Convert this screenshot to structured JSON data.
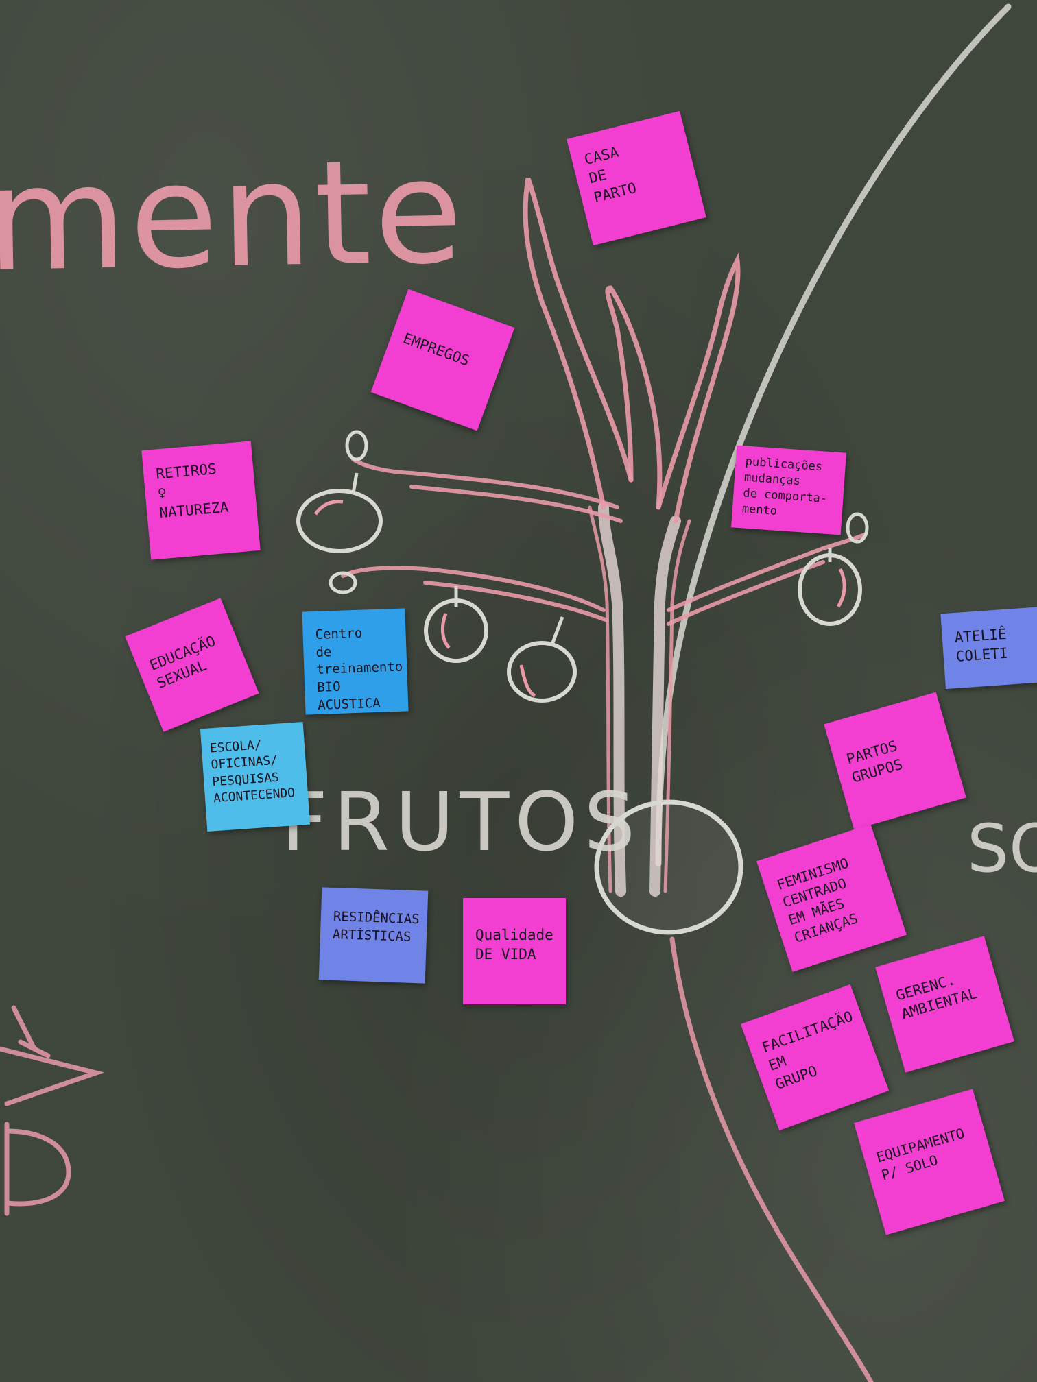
{
  "board": {
    "chalk_words": {
      "mente": "mente",
      "frutos": "FRUTOS",
      "so": "SO"
    }
  },
  "sticky_notes": [
    {
      "id": "casa-de-parto",
      "text": "CASA\nDE\nPARTO",
      "color": "#f23fd2"
    },
    {
      "id": "empregos",
      "text": "EMPREGOS",
      "color": "#f23fd2"
    },
    {
      "id": "retiros-natureza",
      "text": "RETIROS\n♀\nNATUREZA",
      "color": "#f23fd2"
    },
    {
      "id": "publicacoes",
      "text": "publicações\nmudanças\nde comporta-\nmento",
      "color": "#f23fd2"
    },
    {
      "id": "educacao-sexual",
      "text": "EDUCAÇÃO\nSEXUAL",
      "color": "#f23fd2"
    },
    {
      "id": "centro-treinamento",
      "text": "Centro\nde treinamento\nBIO ACUSTICA",
      "color": "#2e9fe8"
    },
    {
      "id": "escola-oficinas",
      "text": "ESCOLA/\nOFICINAS/\nPESQUISAS\nACONTECENDO",
      "color": "#4fbde9"
    },
    {
      "id": "atelie-coletivo",
      "text": "ATELIÊ\nCOLETI",
      "color": "#6f84e6"
    },
    {
      "id": "partos-grupos",
      "text": "PARTOS\nGRUPOS",
      "color": "#f23fd2"
    },
    {
      "id": "feminismo",
      "text": "FEMINISMO\nCENTRADO\nEM MÃES\nCRIANÇAS",
      "color": "#f23fd2"
    },
    {
      "id": "residencias",
      "text": "RESIDÊNCIAS\nARTÍSTICAS",
      "color": "#6f84e6"
    },
    {
      "id": "qualidade-de-vida",
      "text": "Qualidade\nDE VIDA",
      "color": "#f23fd2"
    },
    {
      "id": "gerenc-ambiental",
      "text": "GERENC.\nAMBIENTAL",
      "color": "#f23fd2"
    },
    {
      "id": "facilitacao-em-grupo",
      "text": "FACILITAÇÃO\nEM\nGRUPO",
      "color": "#f23fd2"
    },
    {
      "id": "equipamento-solo",
      "text": "EQUIPAMENTO\nP/ SOLO",
      "color": "#f23fd2"
    }
  ]
}
